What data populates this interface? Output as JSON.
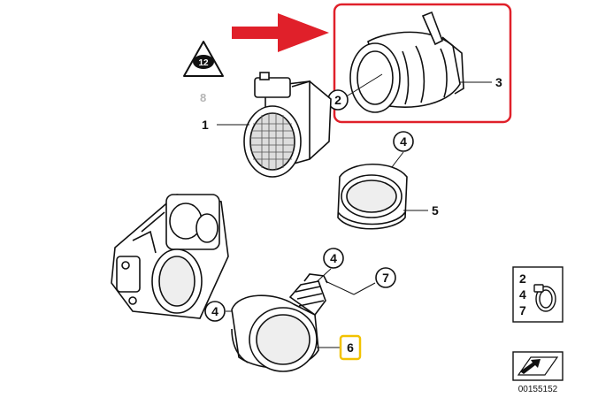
{
  "diagram": {
    "callouts": {
      "c_1": "1",
      "c_2": "2",
      "c_3": "3",
      "c_4a": "4",
      "c_4b": "4",
      "c_4c": "4",
      "c_5": "5",
      "c_6": "6",
      "c_7": "7",
      "c_8": "8"
    },
    "warning_symbol_text": "12",
    "legend_numbers": [
      "2",
      "4",
      "7"
    ],
    "diagram_id": "00155152"
  },
  "colors": {
    "highlight_red": "#e0202a",
    "highlight_yellow": "#f2c200",
    "line": "#111111",
    "faded_label": "#b5b5b5"
  },
  "icons": {
    "pointer": "red-arrow-icon",
    "warning": "triangle-warning-icon",
    "clamp": "hose-clamp-icon",
    "catalog": "catalog-arrow-icon"
  }
}
